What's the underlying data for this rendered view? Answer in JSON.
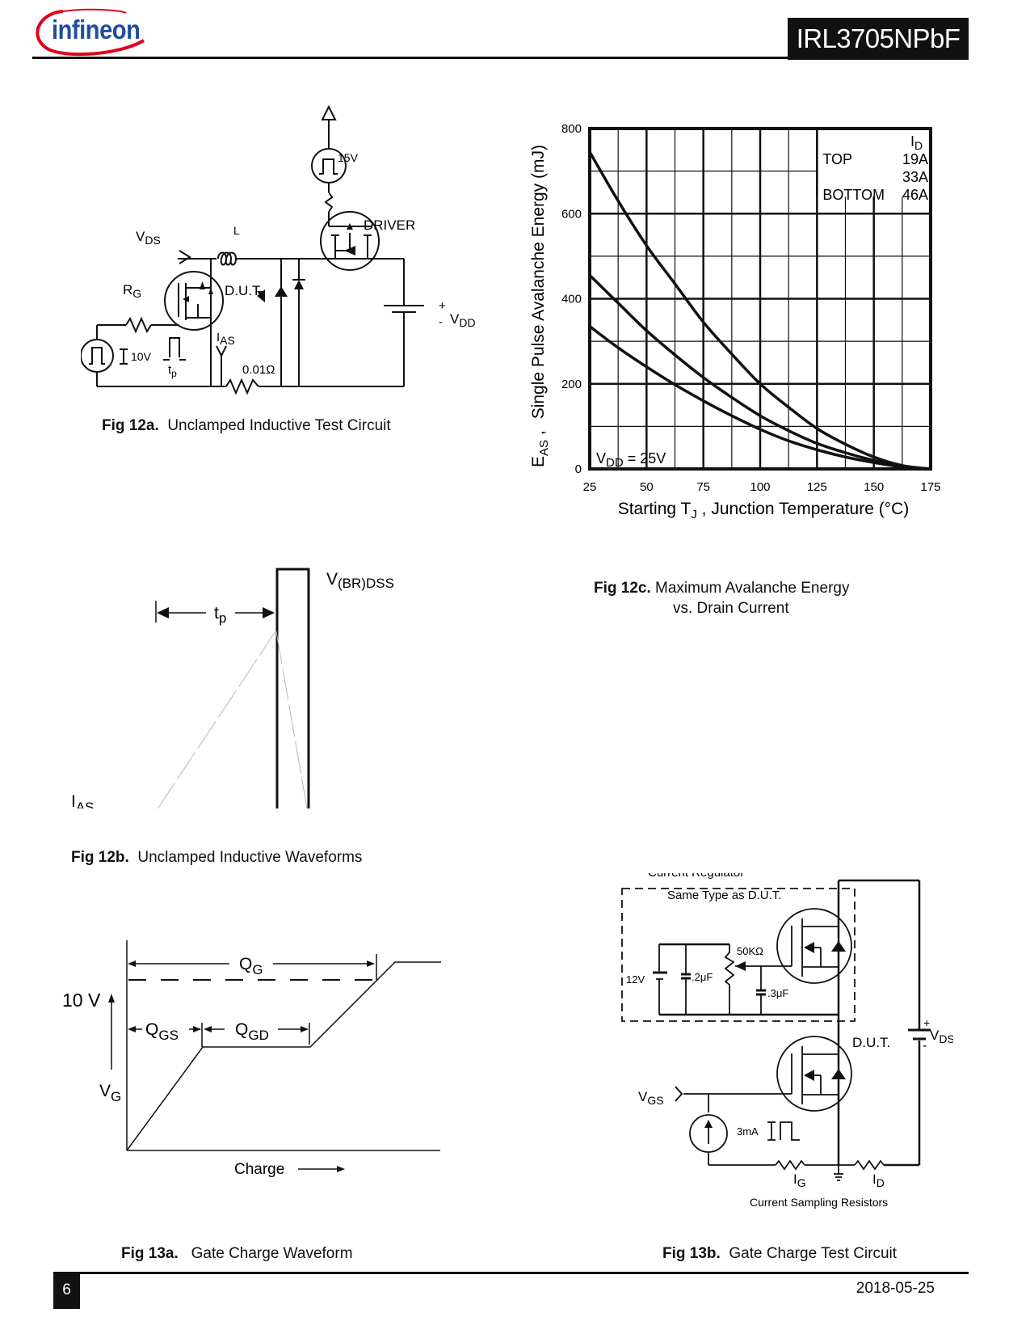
{
  "header": {
    "brand": "infineon",
    "part_number": "IRL3705NPbF"
  },
  "footer": {
    "page_number": "6",
    "date": "2018-05-25"
  },
  "colors": {
    "brand_blue": "#1f4e9c",
    "brand_red": "#e2001a",
    "ink": "#111111",
    "dashed_gray": "#b8b8b8"
  },
  "fig12a": {
    "caption_bold": "Fig 12a.",
    "caption_text": "Unclamped Inductive Test Circuit",
    "labels": {
      "source_15v": "15V",
      "driver": "DRIVER",
      "vds": "V",
      "vds_sub": "DS",
      "inductor": "L",
      "rg": "R",
      "rg_sub": "G",
      "dut": "D.U.T",
      "ias": "I",
      "ias_sub": "AS",
      "pulse_amp": "10V",
      "tp": "t",
      "tp_sub": "p",
      "shunt": "0.01Ω",
      "vdd": "V",
      "vdd_sub": "DD",
      "plus": "+",
      "minus": "-"
    }
  },
  "fig12b": {
    "caption_bold": "Fig 12b.",
    "caption_text": "Unclamped Inductive Waveforms",
    "labels": {
      "vbr": "V",
      "vbr_sub": "(BR)DSS",
      "tp": "t",
      "tp_sub": "p",
      "ias": "I",
      "ias_sub": "AS"
    }
  },
  "fig12c": {
    "caption_bold": "Fig 12c.",
    "caption_line1": "Maximum Avalanche Energy",
    "caption_line2": "vs. Drain Current"
  },
  "fig13a": {
    "caption_bold": "Fig 13a.",
    "caption_text": "Gate Charge Waveform",
    "labels": {
      "qg": "Q",
      "qg_sub": "G",
      "qgs": "Q",
      "qgs_sub": "GS",
      "qgd": "Q",
      "qgd_sub": "GD",
      "ten_v": "10 V",
      "vg": "V",
      "vg_sub": "G",
      "charge": "Charge"
    }
  },
  "fig13b": {
    "caption_bold": "Fig 13b.",
    "caption_text": "Gate Charge Test Circuit",
    "labels": {
      "current_regulator": "Current  Regulator",
      "same_type": "Same  Type  as  D.U.T.",
      "r50k": "50KΩ",
      "v12": "12V",
      "c2": ".2μF",
      "c3": ".3μF",
      "dut": "D.U.T.",
      "vgs": "V",
      "vgs_sub": "GS",
      "i3ma": "3mA",
      "ig": "I",
      "ig_sub": "G",
      "id": "I",
      "id_sub": "D",
      "sampling": "Current  Sampling  Resistors",
      "vds": "V",
      "vds_sub": "DS",
      "plus": "+",
      "minus": "-"
    }
  },
  "chart_data": {
    "type": "line",
    "title": "",
    "xlabel_main": "Starting T",
    "xlabel_sub": "J",
    "xlabel_rest": " , Junction Temperature (°C)",
    "ylabel_main": "Single Pulse Avalanche Energy (mJ)",
    "ylabel_prefix": "E",
    "ylabel_prefix_sub": "AS",
    "ylabel_sep": " ,",
    "xlim": [
      25,
      175
    ],
    "ylim": [
      0,
      800
    ],
    "xticks": [
      25,
      50,
      75,
      100,
      125,
      150,
      175
    ],
    "yticks": [
      0,
      200,
      400,
      600,
      800
    ],
    "minor_x": [
      37.5,
      62.5,
      87.5,
      112.5,
      137.5,
      162.5
    ],
    "minor_y": [
      100,
      300,
      500,
      700
    ],
    "grid": true,
    "annotation": "V",
    "annotation_sub": "DD",
    "annotation_rest": "  = 25V",
    "legend": {
      "placement": "top-right",
      "header": "I",
      "header_sub": "D",
      "rows": [
        {
          "label": "TOP",
          "value": "19A"
        },
        {
          "label": "",
          "value": "33A"
        },
        {
          "label": "BOTTOM",
          "value": "46A"
        }
      ]
    },
    "x": [
      25,
      37.5,
      50,
      62.5,
      75,
      87.5,
      100,
      112.5,
      125,
      137.5,
      150,
      162.5,
      175
    ],
    "series": [
      {
        "name": "19A",
        "values": [
          745,
          630,
          525,
          435,
          345,
          270,
          200,
          145,
          95,
          58,
          28,
          8,
          0
        ]
      },
      {
        "name": "33A",
        "values": [
          455,
          390,
          325,
          268,
          215,
          168,
          125,
          90,
          60,
          38,
          20,
          6,
          0
        ]
      },
      {
        "name": "46A",
        "values": [
          335,
          285,
          240,
          198,
          160,
          125,
          93,
          66,
          45,
          28,
          15,
          5,
          0
        ]
      }
    ]
  }
}
